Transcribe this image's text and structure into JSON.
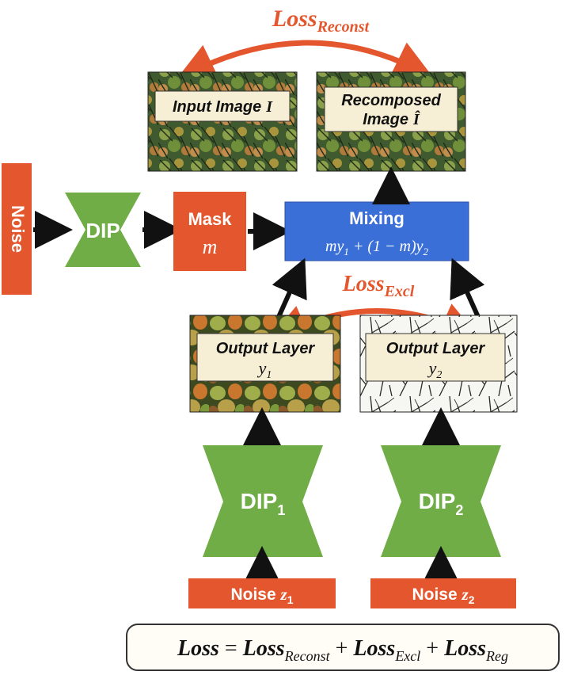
{
  "colors": {
    "orange": "#E4572E",
    "green": "#70AD47",
    "blue": "#3A6FD8",
    "label_bg": "#F7EFD5",
    "arrow": "#111111",
    "loss_text": "#E4572E"
  },
  "loss_top": {
    "main": "Loss",
    "sub": "Reconst"
  },
  "loss_mid": {
    "main": "Loss",
    "sub": "Excl"
  },
  "images": {
    "input": {
      "line1": "Input Image",
      "symbol": "I"
    },
    "recomposed": {
      "line1": "Recomposed",
      "line2": "Image",
      "symbol": "Î"
    },
    "output1": {
      "line1": "Output Layer",
      "symbol": "y",
      "sub": "1"
    },
    "output2": {
      "line1": "Output Layer",
      "symbol": "y",
      "sub": "2"
    }
  },
  "noise_left": "Noise",
  "dip_main": "DIP",
  "mask": {
    "title": "Mask",
    "symbol": "m"
  },
  "mixing": {
    "title": "Mixing",
    "formula": {
      "a": "my",
      "sub1": "1",
      "b": " + (1 − m)y",
      "sub2": "2"
    }
  },
  "dip1": {
    "main": "DIP",
    "sub": "1"
  },
  "dip2": {
    "main": "DIP",
    "sub": "2"
  },
  "noise1": {
    "main": "Noise ",
    "sym": "z",
    "sub": "1"
  },
  "noise2": {
    "main": "Noise ",
    "sym": "z",
    "sub": "2"
  },
  "formula": {
    "lhs": "Loss",
    "eq": " = ",
    "t1": "Loss",
    "t1sub": "Reconst",
    "plus1": " + ",
    "t2": "Loss",
    "t2sub": "Excl",
    "plus2": " + ",
    "t3": "Loss",
    "t3sub": "Reg"
  }
}
